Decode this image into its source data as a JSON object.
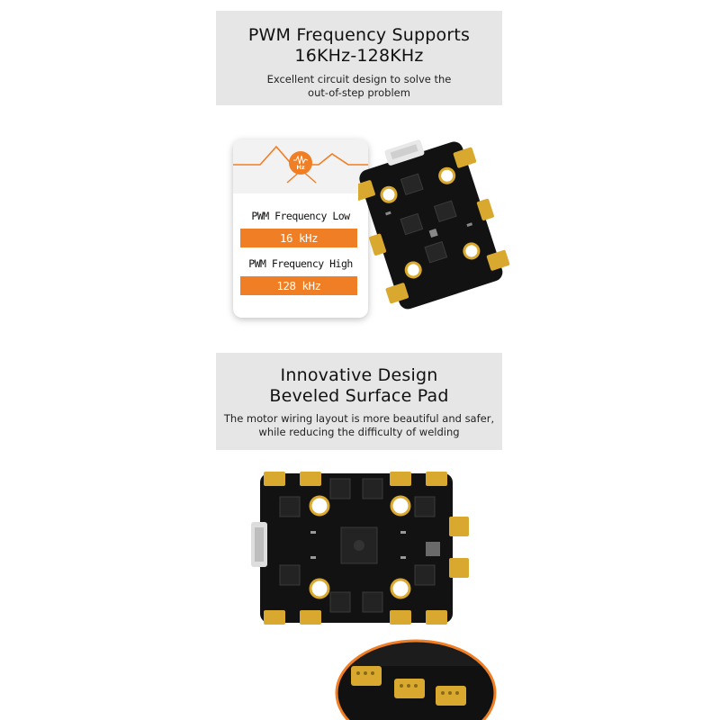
{
  "section1": {
    "title_line1": "PWM Frequency Supports",
    "title_line2": "16KHz-128KHz",
    "sub_line1": "Excellent circuit design to solve the",
    "sub_line2": "out-of-step problem"
  },
  "card": {
    "icon_text": "Hz",
    "low_label": "PWM Frequency Low",
    "low_value": "16 kHz",
    "high_label": "PWM Frequency High",
    "high_value": "128 kHz",
    "accent": "#f07e25"
  },
  "section2": {
    "title_line1": "Innovative Design",
    "title_line2": "Beveled Surface Pad",
    "sub_line1": "The motor wiring layout is more beautiful and safer,",
    "sub_line2": "while reducing the difficulty of welding"
  },
  "colors": {
    "banner_bg": "#e6e6e6",
    "pad_gold": "#d9a92f",
    "board": "#121212"
  }
}
